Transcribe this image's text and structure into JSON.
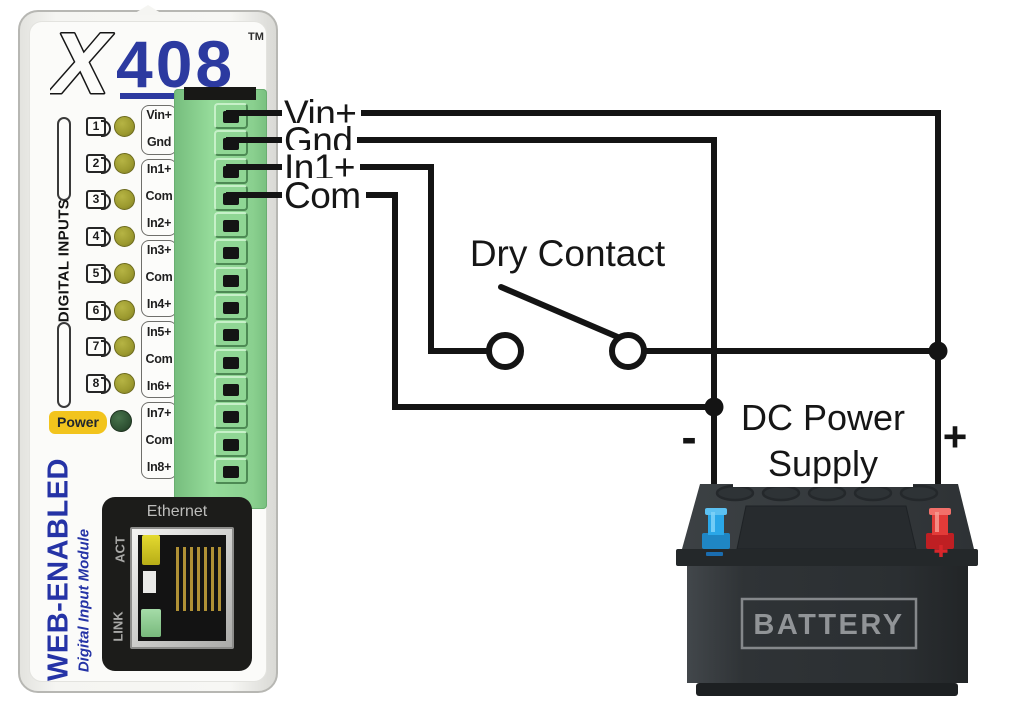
{
  "colors": {
    "logo_blue": "#2c3aa0",
    "side_label_blue": "#2533a6",
    "terminal_green": "#8fd694",
    "power_yellow": "#f2c41d",
    "input_led_olive": "#9c9a2f",
    "power_led_green": "#2e5133",
    "wire_black": "#141414",
    "battery_body_gray": "#2d3032",
    "battery_negative_blue": "#2aa7e8",
    "battery_positive_red": "#e23b38"
  },
  "device": {
    "brand_x": "X",
    "brand_num": "408",
    "trademark": "TM",
    "inputs_group_label": "DIGITAL INPUTS",
    "input_numbers": [
      "1",
      "2",
      "3",
      "4",
      "5",
      "6",
      "7",
      "8"
    ],
    "power_label": "Power",
    "terminal_labels": [
      "Vin+",
      "Gnd",
      "In1+",
      "Com",
      "In2+",
      "In3+",
      "Com",
      "In4+",
      "In5+",
      "Com",
      "In6+",
      "In7+",
      "Com",
      "In8+"
    ],
    "side_label": "WEB-ENABLED",
    "side_sublabel": "Digital Input Module",
    "ethernet_label": "Ethernet",
    "act_label": "ACT",
    "link_label": "LINK"
  },
  "diagram": {
    "wire_labels": [
      "Vin+",
      "Gnd",
      "In1+",
      "Com"
    ],
    "switch_label": "Dry Contact",
    "supply_label": "DC Power Supply",
    "supply_negative": "-",
    "supply_positive": "+",
    "battery_label": "BATTERY"
  }
}
